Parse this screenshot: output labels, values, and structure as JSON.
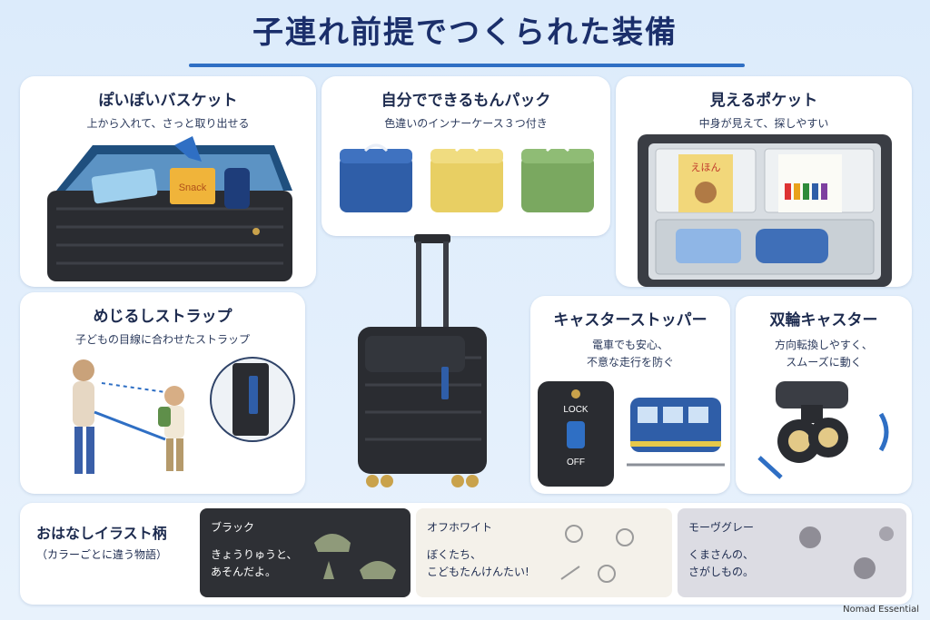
{
  "title": "子連れ前提でつくられた装備",
  "cards": {
    "basket": {
      "title": "ぽいぽいバスケット",
      "sub": "上から入れて、さっと取り出せる",
      "snack_label": "Snack"
    },
    "pack": {
      "title": "自分でできるもんパック",
      "sub": "色違いのインナーケース３つ付き"
    },
    "pocket": {
      "title": "見えるポケット",
      "sub": "中身が見えて、探しやすい",
      "book_label": "えほん"
    },
    "strap": {
      "title": "めじるしストラップ",
      "sub": "子どもの目線に合わせたストラップ"
    },
    "stopper": {
      "title": "キャスターストッパー",
      "sub1": "電車でも安心、",
      "sub2": "不意な走行を防ぐ",
      "lock_label": "LOCK",
      "off_label": "OFF"
    },
    "caster": {
      "title": "双輪キャスター",
      "sub1": "方向転換しやすく、",
      "sub2": "スムーズに動く"
    }
  },
  "story": {
    "title": "おはなしイラスト柄",
    "sub": "（カラーごとに違う物語）",
    "variants": [
      {
        "name": "ブラック",
        "line1": "きょうりゅうと、",
        "line2": "あそんだよ。"
      },
      {
        "name": "オフホワイト",
        "line1": "ぼくたち、",
        "line2": "こどもたんけんたい!"
      },
      {
        "name": "モーヴグレー",
        "line1": "くまさんの、",
        "line2": "さがしもの。"
      }
    ]
  },
  "footer": "Nomad Essential",
  "colors": {
    "navy": "#1b2f6b",
    "accent_blue": "#2f6fc4",
    "case_black": "#2a2c31",
    "pack_blue": "#2f5ea8",
    "pack_yellow": "#e8cf63",
    "pack_green": "#7aa860"
  }
}
